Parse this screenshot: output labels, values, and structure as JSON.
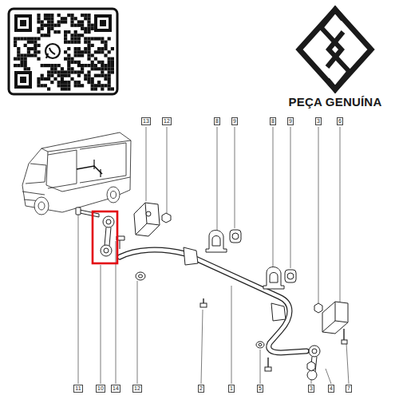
{
  "diagram": {
    "labels": [
      "PEÇA GENUÍNA",
      "13",
      "12",
      "8",
      "9",
      "8",
      "9",
      "3",
      "6",
      "11",
      "10",
      "14",
      "12",
      "2",
      "1",
      "5",
      "3",
      "4",
      "7"
    ]
  }
}
